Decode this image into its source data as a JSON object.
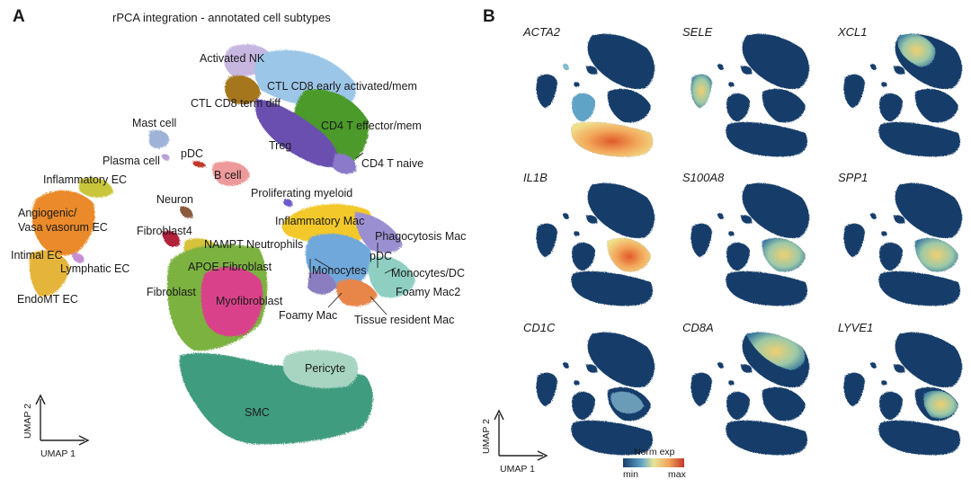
{
  "panel_a": {
    "letter": "A",
    "title": "rPCA integration - annotated cell subtypes",
    "cluster_labels": [
      "Activated NK",
      "CTL CD8 early activated/mem",
      "CTL CD8 term diff",
      "CD4 T effector/mem",
      "Treg",
      "CD4 T naive",
      "Mast cell",
      "Plasma cell",
      "pDC",
      "B cell",
      "Inflammatory EC",
      "Angiogenic/\nVasa vasorum EC",
      "Intimal EC",
      "Lymphatic EC",
      "EndoMT EC",
      "Neuron",
      "Fibroblast4",
      "Proliferating myeloid",
      "Inflammatory Mac",
      "Phagocytosis Mac",
      "NAMPT Neutrophils",
      "APOE Fibroblast",
      "pDC",
      "Monocytes",
      "Monocytes/DC",
      "Fibroblast",
      "Myofibroblast",
      "Foamy Mac2",
      "Foamy Mac",
      "Tissue resident Mac",
      "Pericyte",
      "SMC"
    ],
    "x_axis": "UMAP 1",
    "y_axis": "UMAP 2"
  },
  "panel_b": {
    "letter": "B",
    "genes": [
      "ACTA2",
      "SELE",
      "XCL1",
      "IL1B",
      "S100A8",
      "SPP1",
      "CD1C",
      "CD8A",
      "LYVE1"
    ],
    "legend": {
      "title": "Norm exp",
      "min": "min",
      "max": "max"
    },
    "x_axis": "UMAP 1",
    "y_axis": "UMAP 2"
  },
  "colors": {
    "navy": "#173e6b",
    "smc": "#3f9c7f",
    "pericyte": "#a8d5c2",
    "fibroblast": "#7bb241",
    "myofibroblast": "#d9428a",
    "cd4_teff": "#4c9a2a",
    "treg": "#6a4fb0",
    "ctl_early": "#9cc6e8",
    "ctl_term": "#a6761d",
    "nk": "#c7b7e0",
    "inflam_mac": "#f2c82c",
    "monocytes": "#6fa8dc",
    "foamy_mac2": "#8ecfc2",
    "tissue_mac": "#e8864a",
    "ec_orange": "#ea8a2a",
    "ec_yellow": "#e5b43a",
    "b_cell": "#ee9a9a",
    "mast": "#9fb3d9",
    "fibroblast4": "#b2223a"
  }
}
